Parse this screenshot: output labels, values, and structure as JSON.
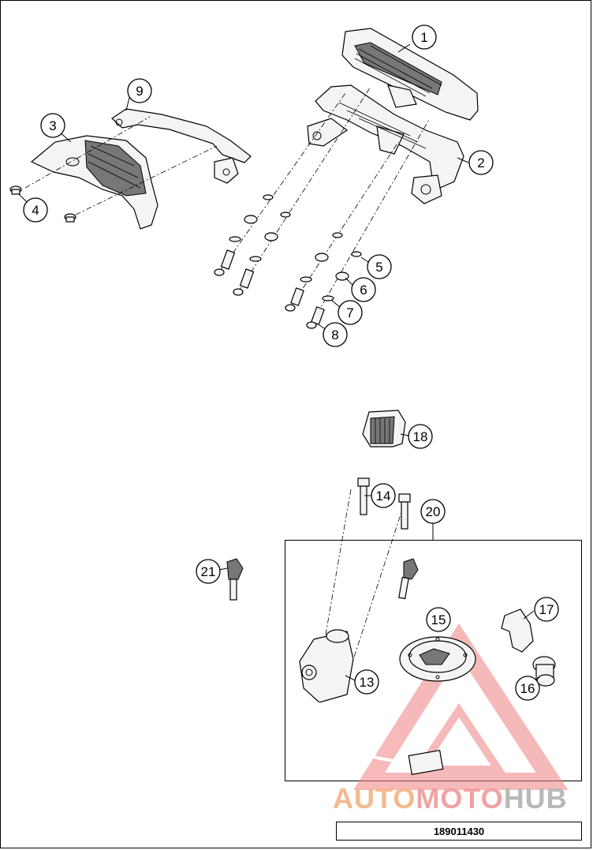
{
  "diagram": {
    "callouts": [
      "1",
      "2",
      "3",
      "4",
      "5",
      "6",
      "7",
      "8",
      "9",
      "13",
      "14",
      "15",
      "16",
      "17",
      "18",
      "20",
      "21"
    ],
    "document_number": "189011430"
  },
  "watermark": {
    "part1": "AUTO",
    "part2": "MOTO",
    "part3": "HUB",
    "colors": {
      "triangle": "#f08080",
      "auto": "#f4b98f",
      "moto": "#f0a3a3",
      "hub": "#b9b9b9"
    }
  }
}
